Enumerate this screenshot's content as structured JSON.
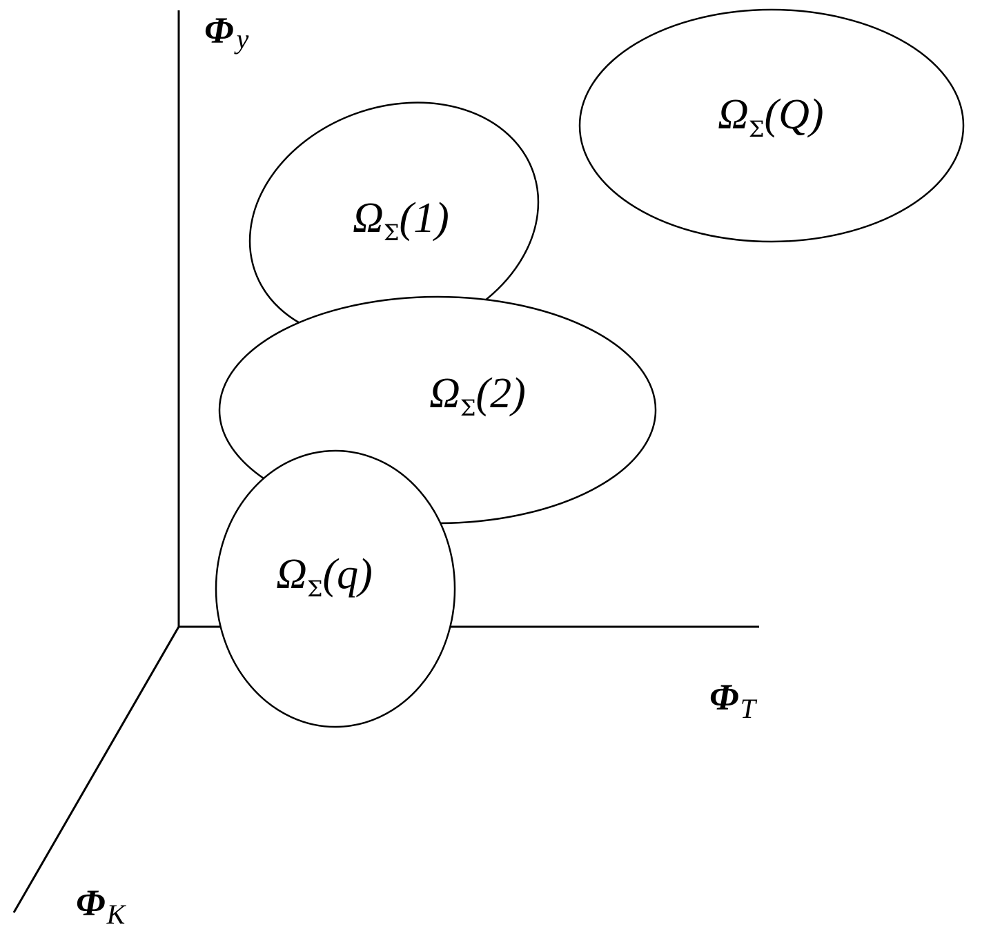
{
  "axes": {
    "y": {
      "symbol": "Φ",
      "subscript": "y"
    },
    "t": {
      "symbol": "Φ",
      "subscript": "T"
    },
    "k": {
      "symbol": "Φ",
      "subscript": "K"
    }
  },
  "regions": {
    "omega_1": {
      "symbol": "Ω",
      "subscript": "Σ",
      "arg": "(1)"
    },
    "omega_2": {
      "symbol": "Ω",
      "subscript": "Σ",
      "arg": "(2)"
    },
    "omega_q": {
      "symbol": "Ω",
      "subscript": "Σ",
      "arg": "(q)"
    },
    "omega_Q": {
      "symbol": "Ω",
      "subscript": "Σ",
      "arg": "(Q)"
    }
  }
}
